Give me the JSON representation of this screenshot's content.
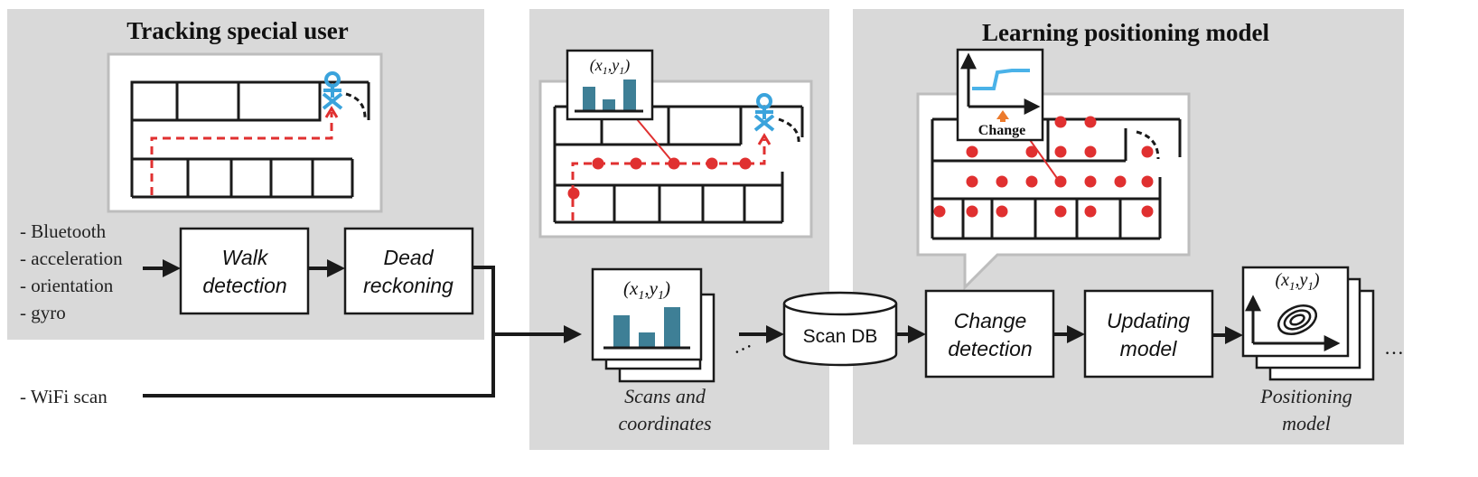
{
  "panels": {
    "left_title": "Tracking special user",
    "right_title": "Learning positioning model"
  },
  "sensors": {
    "items": [
      "- Bluetooth",
      "- acceleration",
      "- orientation",
      "- gyro"
    ],
    "wifi": "- WiFi scan"
  },
  "boxes": {
    "walk": [
      "Walk",
      "detection"
    ],
    "dead": [
      "Dead",
      "reckoning"
    ],
    "scandb": "Scan DB",
    "change": [
      "Change",
      "detection"
    ],
    "updating": [
      "Updating",
      "model"
    ]
  },
  "captions": {
    "scans": [
      "Scans and",
      "coordinates"
    ],
    "positioning": [
      "Positioning",
      "model"
    ]
  },
  "inset_change_label": "Change",
  "colors": {
    "panel_bg": "#d9d9d9",
    "bar_teal": "#3e7f96",
    "route_red": "#e03030",
    "person_blue": "#3aa3dc",
    "line_blue": "#4ab2e8",
    "arrow_orange": "#ec7a2c"
  }
}
